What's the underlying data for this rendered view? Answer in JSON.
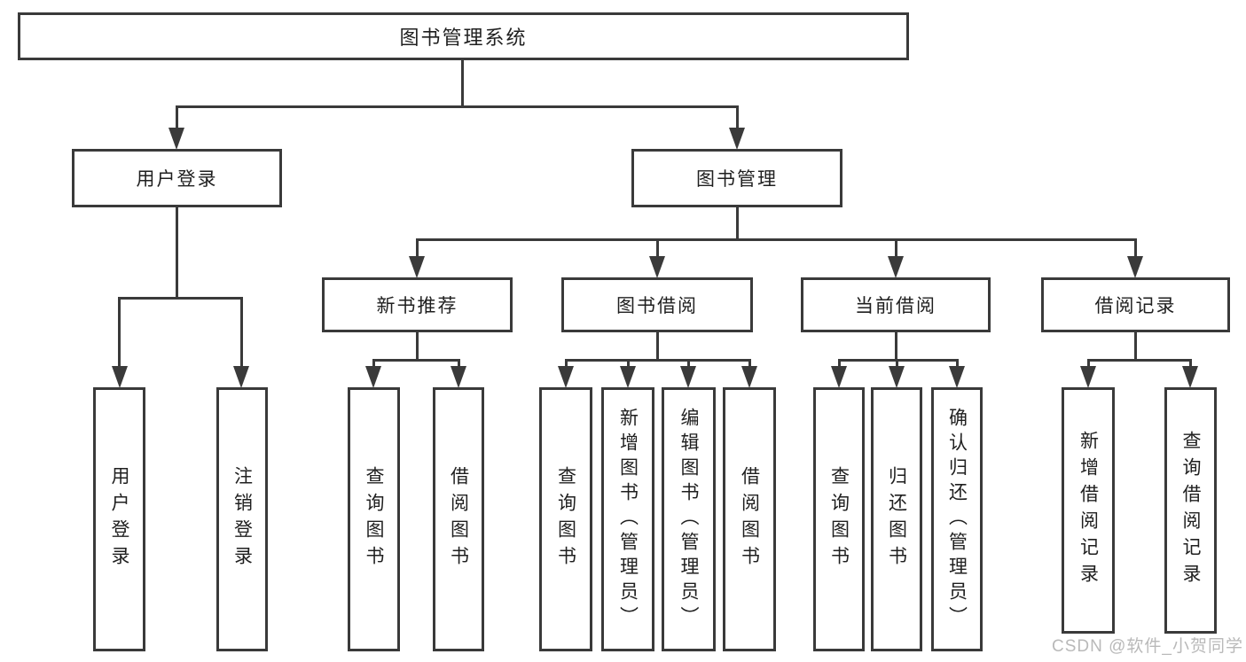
{
  "nodes": {
    "root": {
      "label": "图书管理系统"
    },
    "user_login": {
      "label": "用户登录",
      "children": [
        {
          "label": "用户登录"
        },
        {
          "label": "注销登录"
        }
      ]
    },
    "book_mgmt": {
      "label": "图书管理",
      "children": [
        {
          "label": "新书推荐",
          "children": [
            {
              "label": "查询图书"
            },
            {
              "label": "借阅图书"
            }
          ]
        },
        {
          "label": "图书借阅",
          "children": [
            {
              "label": "查询图书"
            },
            {
              "label": "新增图书（管理员）"
            },
            {
              "label": "编辑图书（管理员）"
            },
            {
              "label": "借阅图书"
            }
          ]
        },
        {
          "label": "当前借阅",
          "children": [
            {
              "label": "查询图书"
            },
            {
              "label": "归还图书"
            },
            {
              "label": "确认归还（管理员）"
            }
          ]
        },
        {
          "label": "借阅记录",
          "children": [
            {
              "label": "新增借阅记录"
            },
            {
              "label": "查询借阅记录"
            }
          ]
        }
      ]
    }
  },
  "watermark": {
    "text": "CSDN @软件_小贺同学"
  },
  "colors": {
    "line": "#3a3a3a",
    "text": "#1f1f1f",
    "background": "#ffffff",
    "watermark": "#b9b9b9"
  }
}
